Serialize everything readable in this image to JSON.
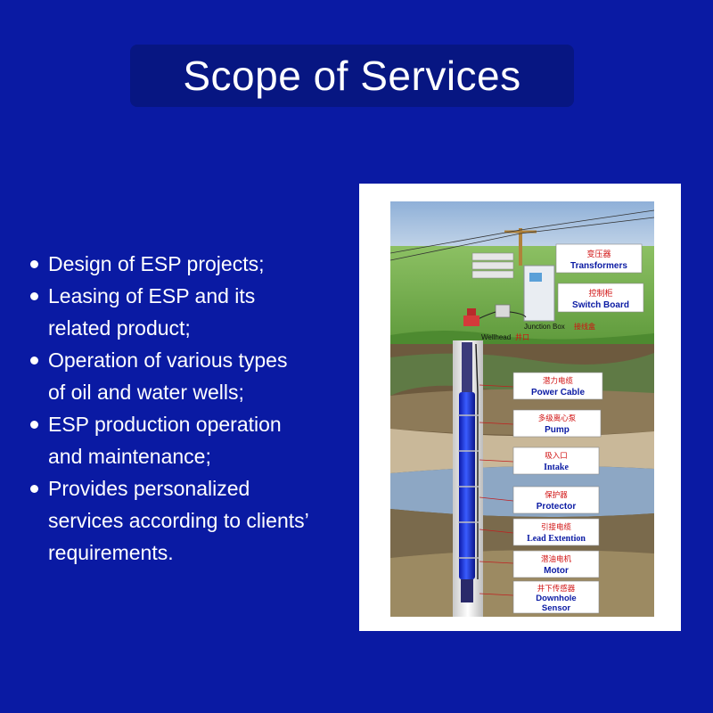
{
  "header": {
    "title": "Scope of Services"
  },
  "services": [
    [
      "Design of ESP projects;"
    ],
    [
      "Leasing of ESP and its",
      "related product;"
    ],
    [
      "Operation of various types",
      "of oil and water wells;"
    ],
    [
      "ESP production operation",
      "and maintenance;"
    ],
    [
      "Provides personalized",
      "services according to clients’",
      "requirements."
    ]
  ],
  "diagram": {
    "surface_labels": {
      "transformers_cn": "变压器",
      "transformers": "Transformers",
      "switch_board_cn": "控制柜",
      "switch_board": "Switch Board",
      "junction_box": "Junction Box",
      "junction_box_cn": "接线盒",
      "wellhead": "Wellhead",
      "wellhead_cn": "井口"
    },
    "components": [
      {
        "cn": "潜力电缆",
        "en": "Power Cable"
      },
      {
        "cn": "多级离心泵",
        "en": "Pump"
      },
      {
        "cn": "吸入口",
        "en": "Intake"
      },
      {
        "cn": "保护器",
        "en": "Protector"
      },
      {
        "cn": "引接电缆",
        "en": "Lead Extention"
      },
      {
        "cn": "潜油电机",
        "en": "Motor"
      },
      {
        "cn": "井下传感器",
        "en": "Downhole",
        "en2": "Sensor"
      }
    ]
  },
  "colors": {
    "background": "#0a1aa3",
    "title_box": "#071682",
    "label_text_en": "#0a1aa3",
    "label_text_cn": "#d01010"
  }
}
